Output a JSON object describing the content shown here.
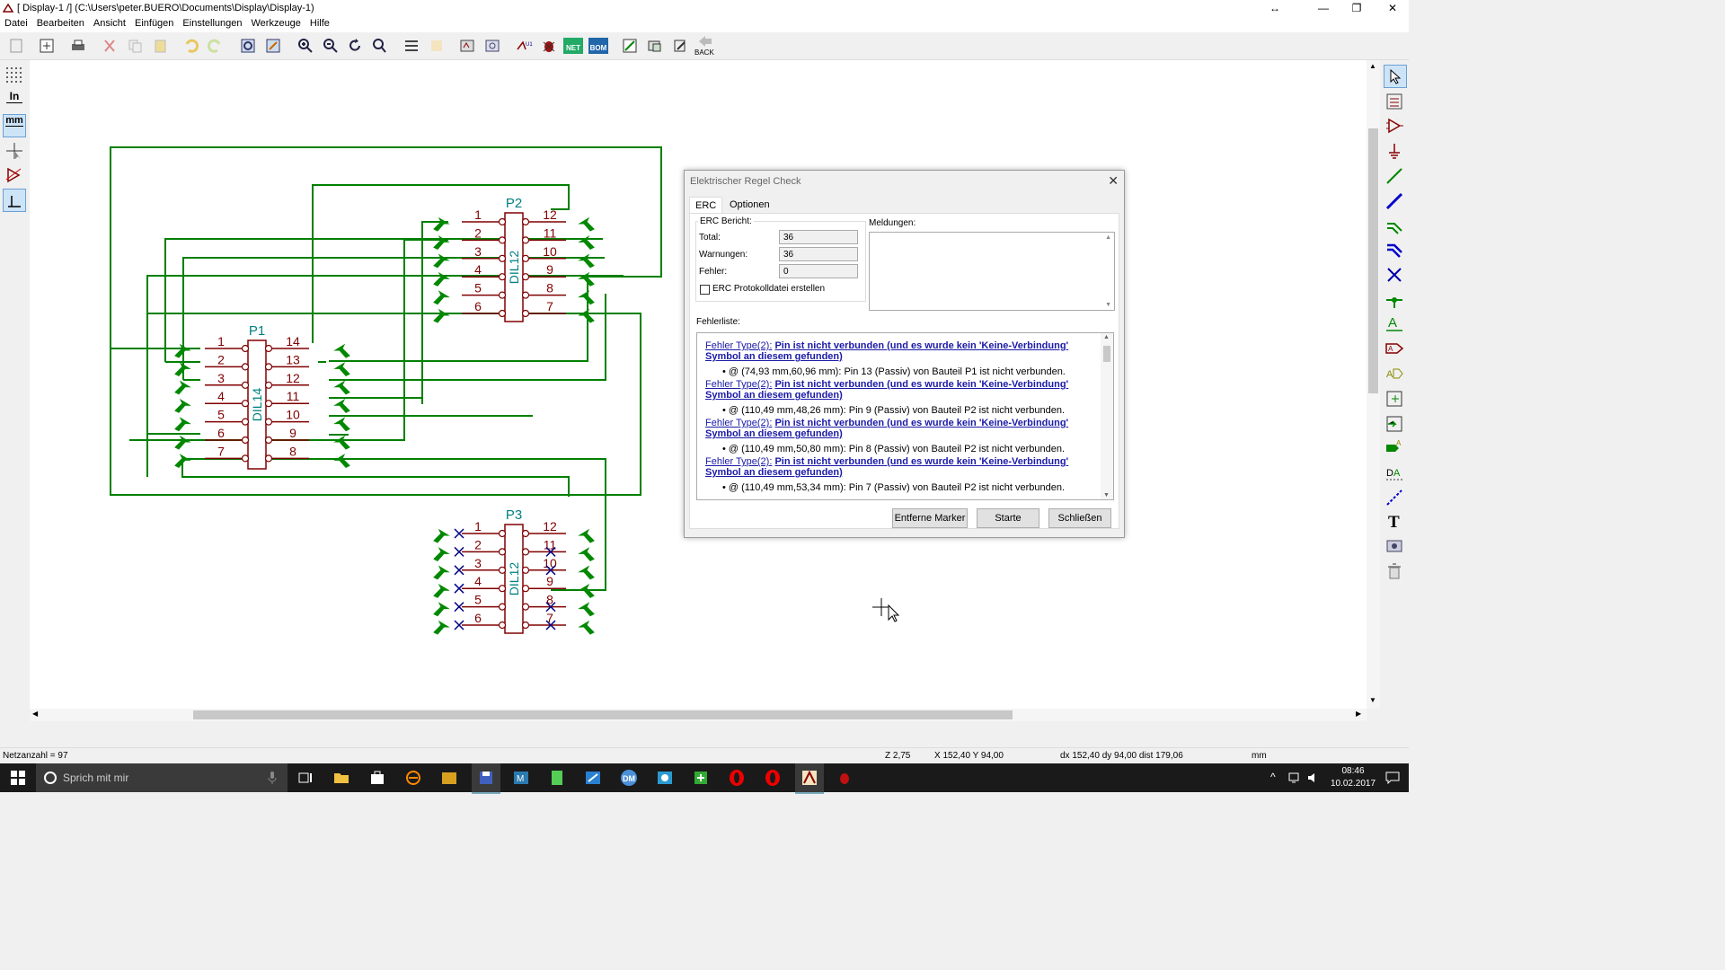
{
  "window": {
    "title": "[ Display-1 /] (C:\\Users\\peter.BUERO\\Documents\\Display\\Display-1)"
  },
  "menu": [
    "Datei",
    "Bearbeiten",
    "Ansicht",
    "Einfügen",
    "Einstellungen",
    "Werkzeuge",
    "Hilfe"
  ],
  "toolbar": {
    "back_label": "BACK",
    "net_label": "NET",
    "bom_label": "BOM"
  },
  "left_toolbar": {
    "inch_label": "In",
    "mm_label": "mm"
  },
  "schematic": {
    "p1_ref": "P1",
    "p1_value": "DIL14",
    "p1_left_pins": [
      "1",
      "2",
      "3",
      "4",
      "5",
      "6",
      "7"
    ],
    "p1_right_pins": [
      "14",
      "13",
      "12",
      "11",
      "10",
      "9",
      "8"
    ],
    "p2_ref": "P2",
    "p2_value": "DIL12",
    "p2_left_pins": [
      "1",
      "2",
      "3",
      "4",
      "5",
      "6"
    ],
    "p2_right_pins": [
      "12",
      "11",
      "10",
      "9",
      "8",
      "7"
    ],
    "p3_ref": "P3",
    "p3_value": "DIL12",
    "p3_left_pins": [
      "1",
      "2",
      "3",
      "4",
      "5",
      "6"
    ],
    "p3_right_pins": [
      "12",
      "11",
      "10",
      "9",
      "8",
      "7"
    ]
  },
  "dialog": {
    "title": "Elektrischer Regel Check",
    "tabs": [
      "ERC",
      "Optionen"
    ],
    "report_label": "ERC Bericht:",
    "total_label": "Total:",
    "total_value": "36",
    "warnings_label": "Warnungen:",
    "warnings_value": "36",
    "errors_label": "Fehler:",
    "errors_value": "0",
    "logfile_label": "ERC Protokolldatei erstellen",
    "messages_label": "Meldungen:",
    "errorlist_label": "Fehlerliste:",
    "errors": [
      {
        "type": "Fehler Type(2):",
        "desc": "Pin ist nicht verbunden (und es wurde kein 'Keine-Verbindung' Symbol an diesem gefunden)",
        "detail": "@ (74,93 mm,60,96 mm): Pin 13 (Passiv) von Bauteil P1 ist nicht verbunden."
      },
      {
        "type": "Fehler Type(2):",
        "desc": "Pin ist nicht verbunden (und es wurde kein 'Keine-Verbindung' Symbol an diesem gefunden)",
        "detail": "@ (110,49 mm,48,26 mm): Pin 9 (Passiv) von Bauteil P2 ist nicht verbunden."
      },
      {
        "type": "Fehler Type(2):",
        "desc": "Pin ist nicht verbunden (und es wurde kein 'Keine-Verbindung' Symbol an diesem gefunden)",
        "detail": "@ (110,49 mm,50,80 mm): Pin 8 (Passiv) von Bauteil P2 ist nicht verbunden."
      },
      {
        "type": "Fehler Type(2):",
        "desc": "Pin ist nicht verbunden (und es wurde kein 'Keine-Verbindung' Symbol an diesem gefunden)",
        "detail": "@ (110,49 mm,53,34 mm): Pin 7 (Passiv) von Bauteil P2 ist nicht verbunden."
      }
    ],
    "btn_remove": "Entferne Marker",
    "btn_start": "Starte",
    "btn_close": "Schließen"
  },
  "status": {
    "netcount": "Netzanzahl = 97",
    "zoom": "Z 2,75",
    "pos": "X 152,40  Y 94,00",
    "delta": "dx 152,40  dy 94,00  dist 179,06",
    "unit": "mm"
  },
  "taskbar": {
    "search_placeholder": "Sprich mit mir",
    "time": "08:46",
    "date": "10.02.2017"
  },
  "colors": {
    "wire": "#008000",
    "pin": "#800000",
    "ref": "#008080",
    "link": "#1a1aa8"
  }
}
